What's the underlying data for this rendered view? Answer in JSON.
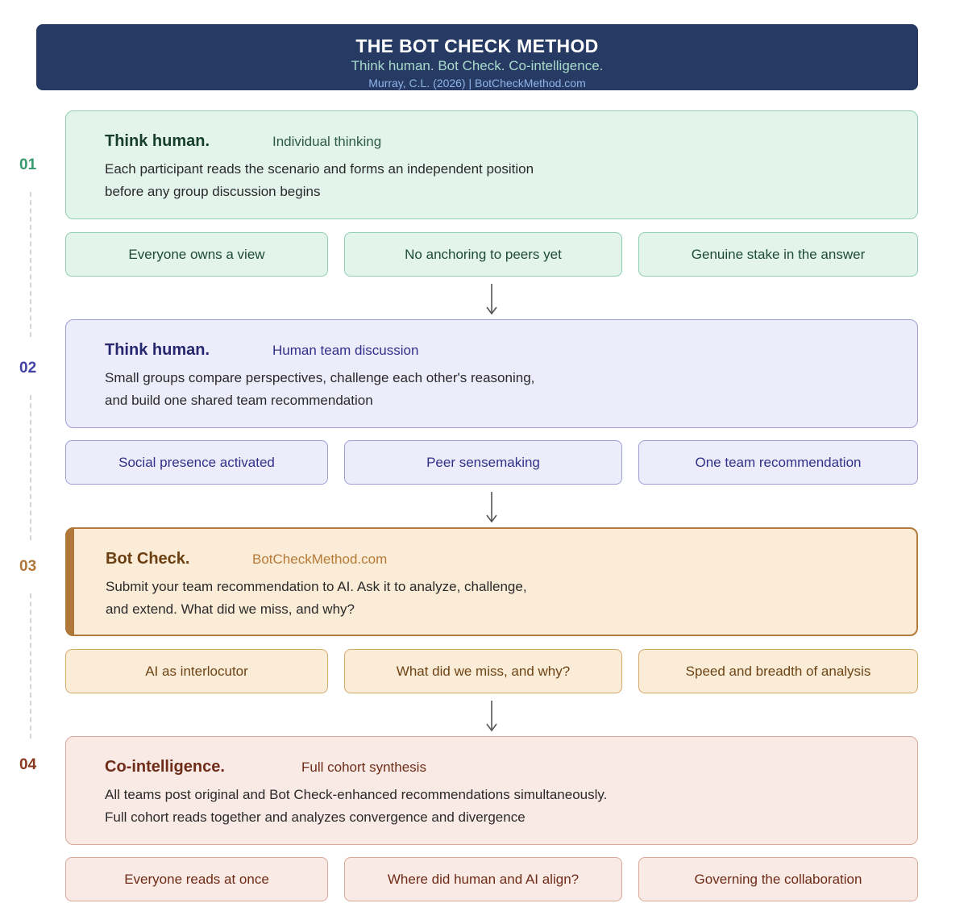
{
  "header": {
    "title": "THE BOT CHECK METHOD",
    "subtitle": "Think human. Bot Check. Co-intelligence.",
    "citation": "Murray, C.L. (2026) | BotCheckMethod.com"
  },
  "steps": [
    {
      "number": "01",
      "title": "Think human.",
      "subtitle": "Individual thinking",
      "desc_line1": "Each participant reads the scenario and forms an independent position",
      "desc_line2": "before any group discussion begins",
      "pills": [
        "Everyone owns a view",
        "No anchoring to peers yet",
        "Genuine stake in the answer"
      ],
      "color": "#3a9a70"
    },
    {
      "number": "02",
      "title": "Think human.",
      "subtitle": "Human team discussion",
      "desc_line1": "Small groups compare perspectives, challenge each other's reasoning,",
      "desc_line2": "and build one shared team recommendation",
      "pills": [
        "Social presence activated",
        "Peer sensemaking",
        "One team recommendation"
      ],
      "color": "#4444a8"
    },
    {
      "number": "03",
      "title": "Bot Check.",
      "subtitle": "BotCheckMethod.com",
      "desc_line1": "Submit your team recommendation to AI. Ask it to analyze, challenge,",
      "desc_line2": "and extend. What did we miss, and why?",
      "pills": [
        "AI as interlocutor",
        "What did we miss, and why?",
        "Speed and breadth of analysis"
      ],
      "color": "#b0773a"
    },
    {
      "number": "04",
      "title": "Co-intelligence.",
      "subtitle": "Full cohort synthesis",
      "desc_line1": "All teams post original and Bot Check-enhanced recommendations simultaneously.",
      "desc_line2": "Full cohort reads together and analyzes convergence and divergence",
      "pills": [
        "Everyone reads at once",
        "Where did human and AI align?",
        "Governing the collaboration"
      ],
      "color": "#8a3a1e"
    }
  ]
}
